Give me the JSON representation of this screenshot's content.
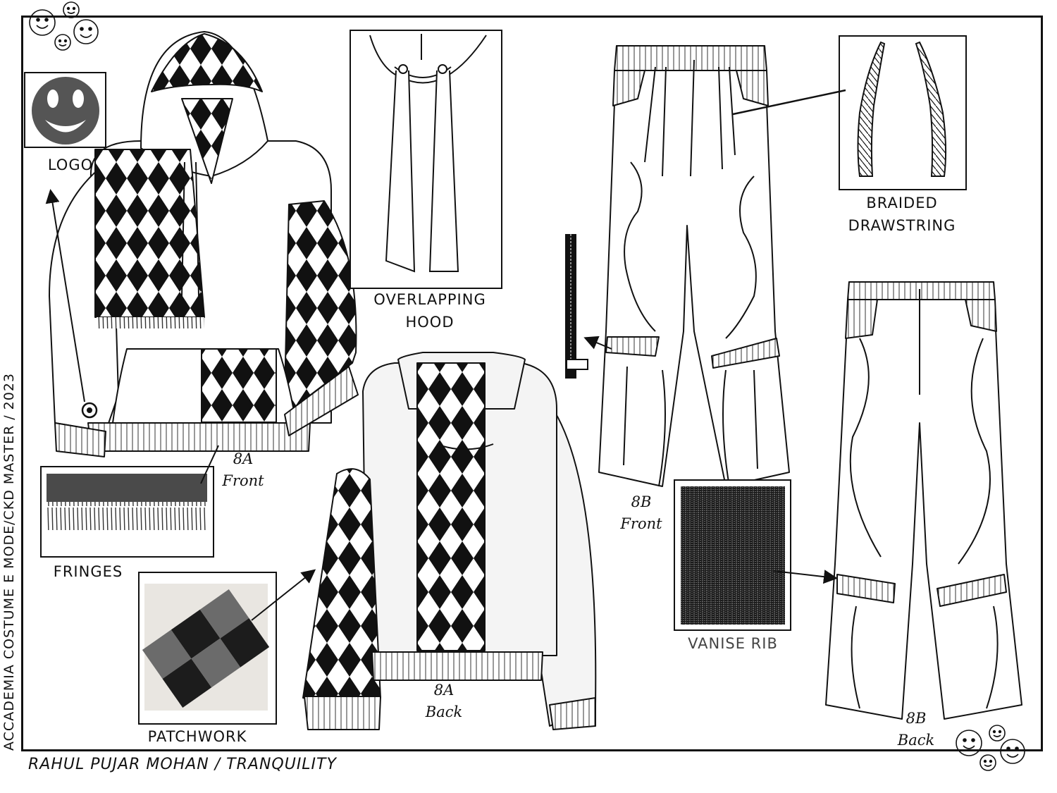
{
  "labels": {
    "logo": "LOGO",
    "overlapping_hood_line1": "OVERLAPPING",
    "overlapping_hood_line2": "HOOD",
    "braided_line1": "BRAIDED",
    "braided_line2": "DRAWSTRING",
    "fringes": "FRINGES",
    "patchwork": "PATCHWORK",
    "vanise_rib": "VANISE RIB"
  },
  "garments": {
    "hoodie_front": {
      "code": "8A",
      "view": "Front"
    },
    "hoodie_back": {
      "code": "8A",
      "view": "Back"
    },
    "pants_front": {
      "code": "8B",
      "view": "Front"
    },
    "pants_back": {
      "code": "8B",
      "view": "Back"
    }
  },
  "side_text": "ACCADEMIA COSTUME E MODE/CKD MASTER / 2023",
  "footer": "RAHUL PUJAR MOHAN / TRANQUILITY",
  "colors": {
    "ink": "#111111",
    "paper": "#ffffff",
    "fabric_grey": "#4a4a4a",
    "patch_dark": "#1c1c1c",
    "patch_light": "#6b6b6b"
  }
}
